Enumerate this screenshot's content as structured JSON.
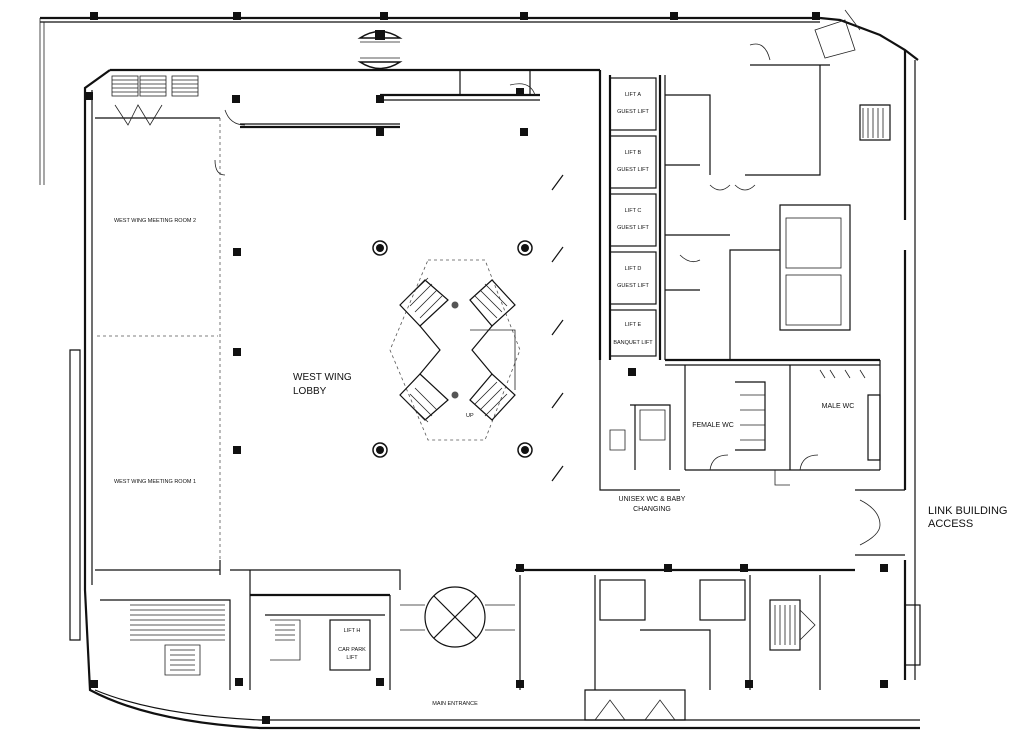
{
  "labels": {
    "lift_a": "LIFT A",
    "lift_a_sub": "GUEST LIFT",
    "lift_b": "LIFT B",
    "lift_b_sub": "GUEST LIFT",
    "lift_c": "LIFT C",
    "lift_c_sub": "GUEST LIFT",
    "lift_d": "LIFT D",
    "lift_d_sub": "GUEST LIFT",
    "lift_e": "LIFT E",
    "lift_e_sub": "BANQUET LIFT",
    "meeting_room_2": "WEST WING MEETING ROOM 2",
    "meeting_room_1": "WEST WING MEETING ROOM 1",
    "lobby_line1": "WEST WING",
    "lobby_line2": "LOBBY",
    "female_wc": "FEMALE WC",
    "male_wc": "MALE WC",
    "unisex_line1": "UNISEX WC & BABY",
    "unisex_line2": "CHANGING",
    "link_line1": "LINK BUILDING",
    "link_line2": "ACCESS",
    "lift_h": "LIFT H",
    "car_park_line1": "CAR PARK",
    "car_park_line2": "LIFT",
    "main_entrance": "MAIN ENTRANCE",
    "up": "UP"
  }
}
